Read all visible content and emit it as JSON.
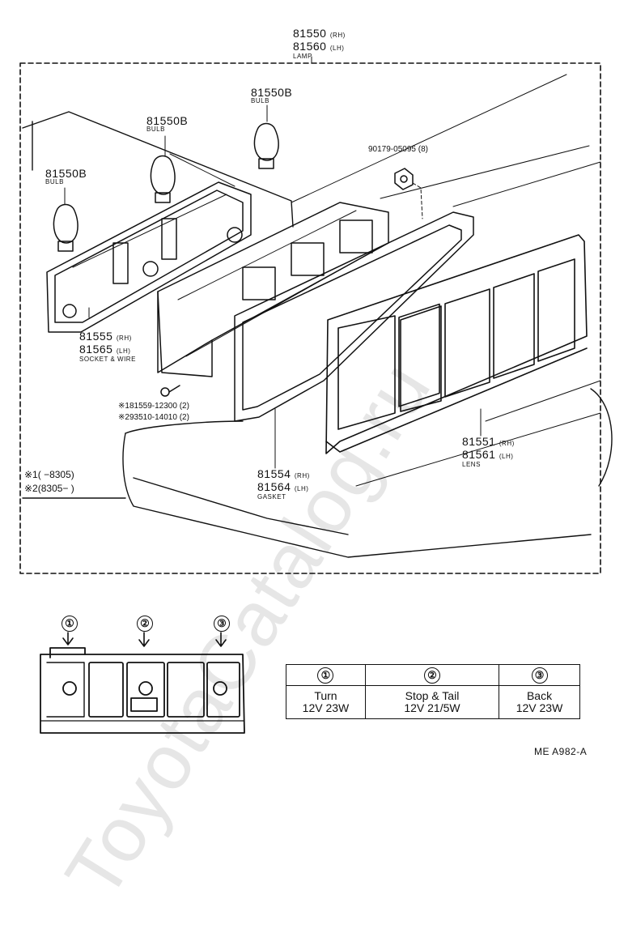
{
  "watermark": "ToyotaCatalog.ru",
  "parts": {
    "lamp": {
      "rh_no": "81550",
      "rh_tag": "(RH)",
      "lh_no": "81560",
      "lh_tag": "(LH)",
      "name": "LAMP"
    },
    "bulb_a": {
      "no": "81550B",
      "name": "BULB"
    },
    "bulb_b": {
      "no": "81550B",
      "name": "BULB"
    },
    "bulb_c": {
      "no": "81550B",
      "name": "BULB"
    },
    "nut": {
      "no": "90179-05095",
      "qty": "(8)"
    },
    "socket": {
      "rh_no": "81555",
      "rh_tag": "(RH)",
      "lh_no": "81565",
      "lh_tag": "(LH)",
      "name": "SOCKET & WIRE"
    },
    "screw1": {
      "mark": "※1",
      "no": "81559-12300",
      "qty": "(2)"
    },
    "screw2": {
      "mark": "※2",
      "no": "93510-14010",
      "qty": "(2)"
    },
    "gasket": {
      "rh_no": "81554",
      "rh_tag": "(RH)",
      "lh_no": "81564",
      "lh_tag": "(LH)",
      "name": "GASKET"
    },
    "lens": {
      "rh_no": "81551",
      "rh_tag": "(RH)",
      "lh_no": "81561",
      "lh_tag": "(LH)",
      "name": "LENS"
    }
  },
  "production_notes": [
    {
      "mark": "※1",
      "range": "(      −8305)"
    },
    {
      "mark": "※2",
      "range": "(8305−        )"
    }
  ],
  "position_markers": [
    "①",
    "②",
    "③"
  ],
  "bulb_table": [
    {
      "marker": "①",
      "function": "Turn",
      "spec": "12V 23W"
    },
    {
      "marker": "②",
      "function": "Stop & Tail",
      "spec": "12V 21/5W"
    },
    {
      "marker": "③",
      "function": "Back",
      "spec": "12V 23W"
    }
  ],
  "diagram_code": "ME  A982-A"
}
